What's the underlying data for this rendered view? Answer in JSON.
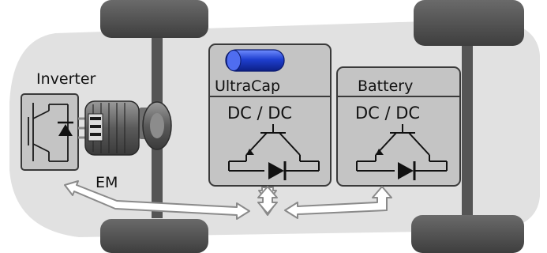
{
  "labels": {
    "inverter": "Inverter",
    "em": "EM",
    "ultracap": "UltraCap",
    "battery": "Battery",
    "dcdc_ultracap": "DC / DC",
    "dcdc_battery": "DC / DC"
  },
  "colors": {
    "chassis": "#e1e1e1",
    "box_fill": "#c4c4c4",
    "box_stroke": "#3a3a3a",
    "wheel": "#4f4f4f",
    "axle": "#555555",
    "ultracap_cell": "#1f3fd0",
    "arrow_fill": "#ffffff",
    "arrow_stroke": "#8a8a8a"
  },
  "icons": [
    "igbt-symbol",
    "diode-symbol",
    "capacitor-cell-icon",
    "electric-motor-icon",
    "wheel-icon"
  ]
}
